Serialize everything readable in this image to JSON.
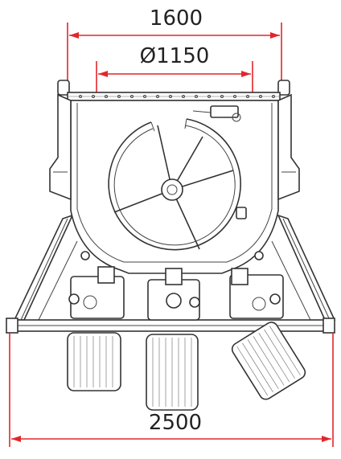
{
  "dimensions": {
    "top_width": "1600",
    "drum_diameter": "Ø1150",
    "base_width": "2500"
  },
  "colors": {
    "dimension_line": "#e3262b",
    "drawing_line": "#333333",
    "background": "#ffffff"
  }
}
